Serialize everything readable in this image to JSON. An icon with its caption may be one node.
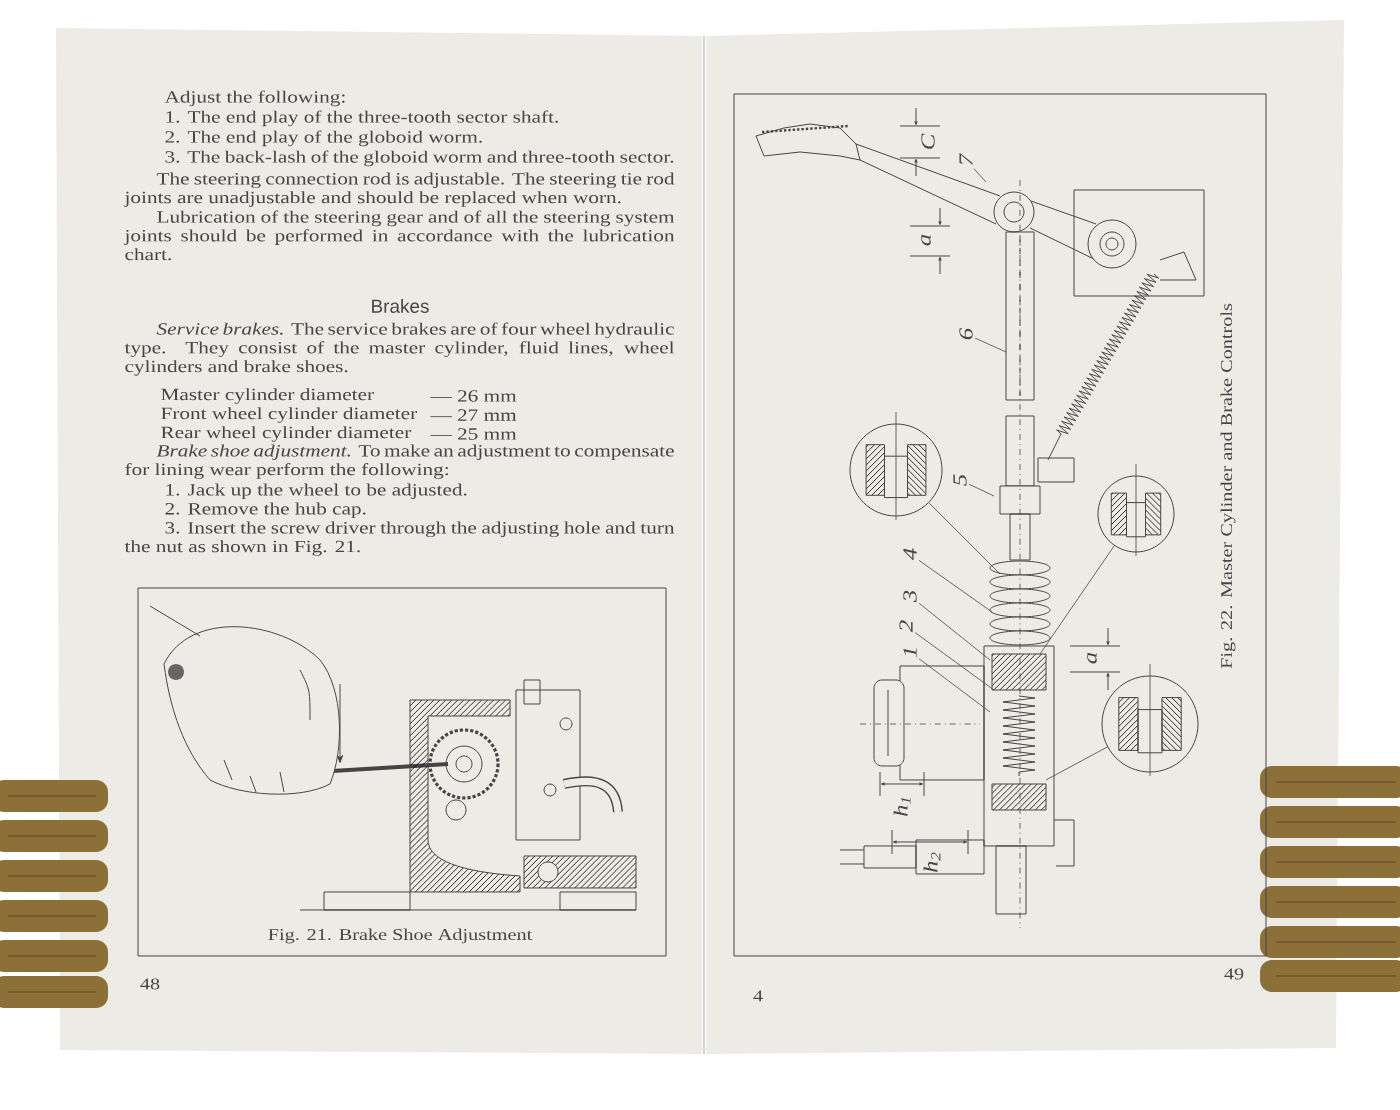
{
  "diagram": {
    "nodes": [
      {
        "text": [
          "7"
        ]
      },
      {
        "text": [
          "6"
        ]
      },
      {
        "text": [
          "5"
        ]
      },
      {
        "text": [
          "4"
        ]
      },
      {
        "text": [
          "3"
        ]
      },
      {
        "text": [
          "2"
        ]
      },
      {
        "text": [
          "1"
        ]
      },
      {
        "text": [],
        "shape": "circle"
      },
      {
        "text": [],
        "shape": "circle"
      },
      {
        "text": [],
        "shape": "circle"
      }
    ],
    "edges": [
      {
        "from": 0,
        "to": null,
        "arrow": "none"
      },
      {
        "from": 1,
        "to": null,
        "arrow": "none"
      },
      {
        "from": 2,
        "to": null,
        "arrow": "none"
      },
      {
        "from": 3,
        "to": null,
        "arrow": "none"
      },
      {
        "from": 4,
        "to": null,
        "arrow": "none"
      },
      {
        "from": 5,
        "to": null,
        "arrow": "none"
      },
      {
        "from": 6,
        "to": null,
        "arrow": "none"
      },
      {
        "from": 7,
        "to": null,
        "arrow": "none"
      },
      {
        "from": 8,
        "to": null,
        "arrow": "none"
      },
      {
        "from": 9,
        "to": null,
        "arrow": "none"
      }
    ],
    "labels": [
      "Adjust the following:",
      "1. The end play of the three-tooth sector shaft.",
      "2. The end play of the globoid worm.",
      "3. The back-lash of the globoid worm and three-tooth sector.",
      "The steering connection rod is adjustable. The steering tie rod joints are unadjustable and should be replaced when worn.",
      "Lubrication of the steering gear and of all the steering system joints should be performed in accordance with the lubrication chart.",
      "Brakes",
      "*Service brakes.* The service brakes are of four wheel hydraulic type. They consist of the master cylinder, fluid lines, wheel cylinders and brake shoes.",
      "Master cylinder diameter",
      "— 26 mm",
      "Front wheel cylinder diameter",
      "— 27 mm",
      "Rear wheel cylinder diameter",
      "— 25 mm",
      "*Brake shoe adjustment.* To make an adjustment to compensate for lining wear perform the following:",
      "1. Jack up the wheel to be adjusted.",
      "2. Remove the hub cap.",
      "3. Insert the screw driver through the adjusting hole and turn the nut as shown in Fig. 21.",
      "Fig. 21. Brake Shoe Adjustment",
      "48",
      "C",
      "a",
      "a",
      "h$_{1}$",
      "h$_{2}$",
      "Fig. 22. Master Cylinder and Brake Controls",
      "4",
      "49"
    ]
  }
}
